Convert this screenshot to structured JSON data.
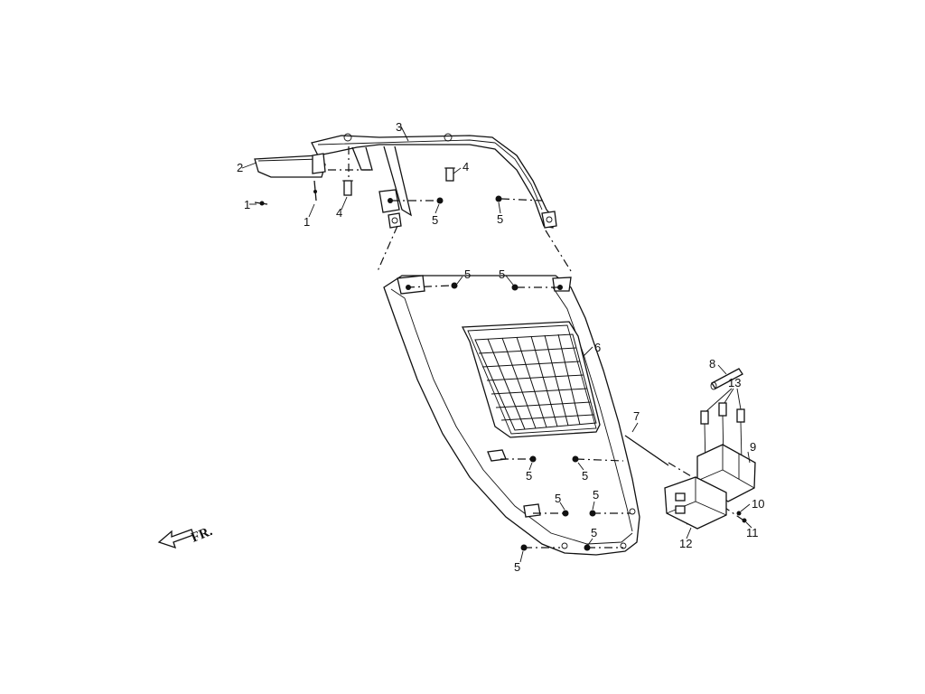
{
  "callouts": {
    "c1a": "1",
    "c1b": "1",
    "c2": "2",
    "c3": "3",
    "c4a": "4",
    "c4b": "4",
    "c5a": "5",
    "c5b": "5",
    "c5c": "5",
    "c5d": "5",
    "c5e": "5",
    "c5f": "5",
    "c5g": "5",
    "c5h": "5",
    "c5i": "5",
    "c5j": "5",
    "c6": "6",
    "c7": "7",
    "c8": "8",
    "c9": "9",
    "c10": "10",
    "c11": "11",
    "c12": "12",
    "c13": "13"
  },
  "direction_label": "FR."
}
